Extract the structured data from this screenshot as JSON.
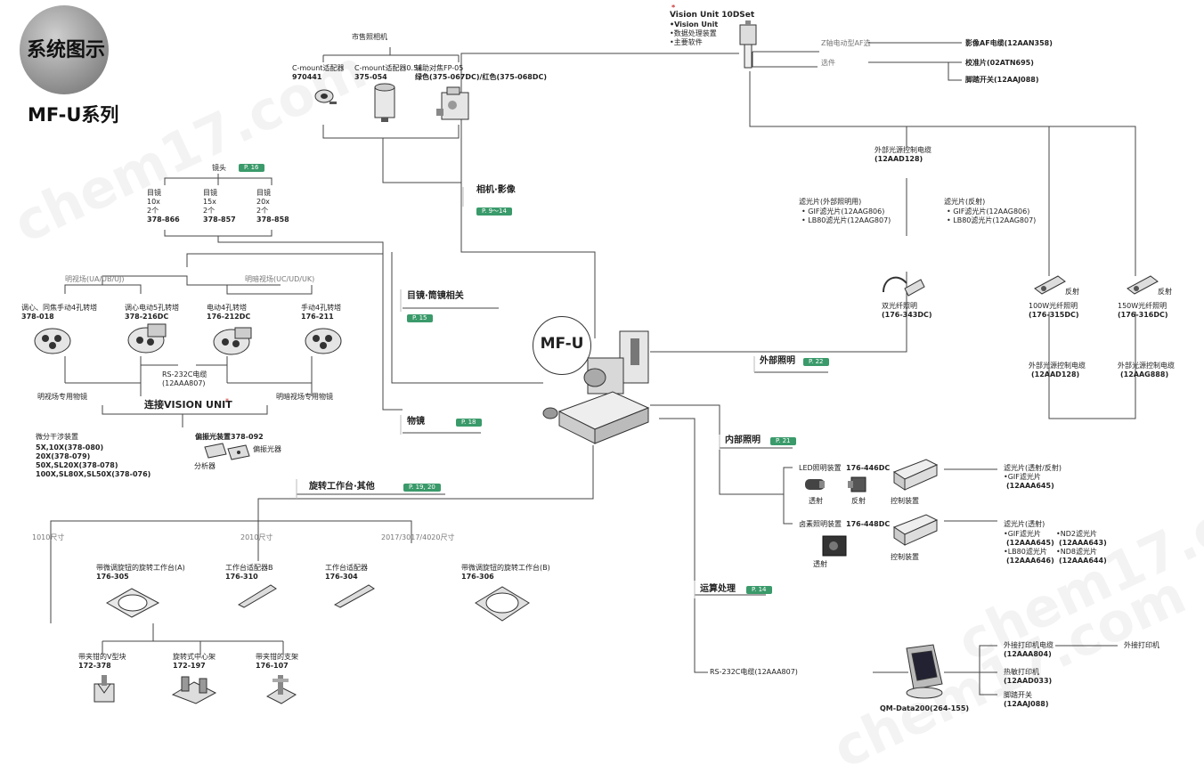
{
  "title": "系统图示",
  "series": "MF-U系列",
  "center": "MF-U",
  "watermark": "chem17.com",
  "camera": {
    "header": "市售照相机",
    "cmount": {
      "label": "C-mount适配器",
      "code": "970441"
    },
    "cmount05": {
      "label": "C-mount适配器0.5x",
      "code": "375-054"
    },
    "fp05": {
      "label": "辅助对焦FP-05",
      "code": "绿色(375-067DC)/红色(375-068DC)"
    }
  },
  "vision": {
    "star": "*",
    "title": "Vision Unit 10DSet",
    "items": [
      "•Vision Unit",
      "•数据处理装置",
      "•主要软件"
    ],
    "z_af": "Z轴电动型AF选",
    "option": "选件",
    "af_cable": "影像AF电缆(12AAN358)",
    "calib": "校准片(02ATN695)",
    "footsw": "脚踏开关(12AAJ088)"
  },
  "sections": {
    "camera": {
      "label": "相机·影像",
      "page": "P. 9～14"
    },
    "eyepiece": {
      "label": "目镜·筒镜相关",
      "page": "P. 15"
    },
    "objective": {
      "label": "物镜",
      "page": "P. 18"
    },
    "rotary": {
      "label": "旋转工作台·其他",
      "page": "P. 19, 20"
    },
    "external": {
      "label": "外部照明",
      "page": "P. 22"
    },
    "internal": {
      "label": "内部照明",
      "page": "P. 21"
    },
    "compute": {
      "label": "运算处理",
      "page": "P. 14"
    }
  },
  "eyepieces": {
    "header": "镜头",
    "page": "P. 16",
    "items": [
      {
        "name": "目镜",
        "mag": "10x",
        "qty": "2个",
        "code": "378-866"
      },
      {
        "name": "目镜",
        "mag": "15x",
        "qty": "2个",
        "code": "378-857"
      },
      {
        "name": "目镜",
        "mag": "20x",
        "qty": "2个",
        "code": "378-858"
      }
    ]
  },
  "turrets": {
    "bf_header": "明视场(UA/UB/UJ)",
    "bd_header": "明暗视场(UC/UD/UK)",
    "items": [
      {
        "name": "调心、同焦手动4孔转塔",
        "code": "378-018"
      },
      {
        "name": "调心电动5孔转塔",
        "code": "378-216DC"
      },
      {
        "name": "电动4孔转塔",
        "code": "176-212DC"
      },
      {
        "name": "手动4孔转塔",
        "code": "176-211"
      }
    ],
    "rs232": "RS-232C电缆",
    "rs232_code": "(12AAA807)",
    "bf_obj": "明视场专用物镜",
    "bd_obj": "明暗视场专用物镜",
    "connect": "连接VISION UNIT",
    "connect_star": "*"
  },
  "dic": {
    "label": "微分干涉装置",
    "items": [
      "5X,10X(378-080)",
      "20X(378-079)",
      "50X,SL20X(378-078)",
      "100X,SL80X,SL50X(378-076)"
    ],
    "polar": "偏振光装置378-092",
    "analyzer": "分析器",
    "polarizer": "偏振光器"
  },
  "stages": {
    "size1010": "1010尺寸",
    "size2010": "2010尺寸",
    "size2017": "2017/3017/4020尺寸",
    "items": [
      {
        "name": "带微调旋钮的旋转工作台(A)",
        "code": "176-305"
      },
      {
        "name": "工作台适配器B",
        "code": "176-310"
      },
      {
        "name": "工作台适配器",
        "code": "176-304"
      },
      {
        "name": "带微调旋钮的旋转工作台(B)",
        "code": "176-306"
      }
    ],
    "sub": [
      {
        "name": "带夹钳的V型块",
        "code": "172-378"
      },
      {
        "name": "旋转式中心架",
        "code": "172-197"
      },
      {
        "name": "带夹钳的支架",
        "code": "176-107"
      }
    ]
  },
  "external": {
    "ctrl_cable": {
      "label": "外部光源控制电缆",
      "code": "(12AAD128)"
    },
    "filter_ext": {
      "label": "滤光片(外部照明用)",
      "items": [
        "• GIF滤光片(12AAG806)",
        "• LB80滤光片(12AAG807)"
      ]
    },
    "filter_ref": {
      "label": "滤光片(反射)",
      "items": [
        "• GIF滤光片(12AAG806)",
        "• LB80滤光片(12AAG807)"
      ]
    },
    "fiber": {
      "label": "双光纤照明",
      "code": "(176-343DC)"
    },
    "l100": {
      "tag": "反射",
      "label": "100W光纤照明",
      "code": "(176-315DC)"
    },
    "l150": {
      "tag": "反射",
      "label": "150W光纤照明",
      "code": "(176-316DC)"
    },
    "c100": {
      "label": "外部光源控制电缆",
      "code": "(12AAD128)"
    },
    "c150": {
      "label": "外部光源控制电缆",
      "code": "(12AAG888)"
    }
  },
  "internal": {
    "led": {
      "label": "LED照明装置",
      "code": "176-446DC"
    },
    "halogen": {
      "label": "卤素照明装置",
      "code": "176-448DC"
    },
    "transmit": "透射",
    "reflect": "反射",
    "control": "控制装置",
    "f1": {
      "label": "滤光片(透射/反射)",
      "item": "•GIF滤光片",
      "code": "(12AAA645)"
    },
    "f2": {
      "label": "滤光片(透射)",
      "a": [
        "•GIF滤光片",
        "(12AAA645)",
        "•LB80滤光片",
        "(12AAA646)"
      ],
      "b": [
        "•ND2滤光片",
        "(12AAA643)",
        "•ND8滤光片",
        "(12AAA644)"
      ]
    }
  },
  "compute": {
    "rs232": "RS-232C电缆(12AAA807)",
    "qm": "QM-Data200(264-155)",
    "printer_cable": {
      "label": "外接打印机电缆",
      "code": "(12AAA804)"
    },
    "ext_printer": "外接打印机",
    "thermal": {
      "label": "热敏打印机",
      "code": "(12AAD033)"
    },
    "foot": {
      "label": "脚踏开关",
      "code": "(12AAJ088)"
    }
  },
  "colors": {
    "accent_green": "#3a9a6a",
    "accent_blue": "#7aa0c4"
  }
}
